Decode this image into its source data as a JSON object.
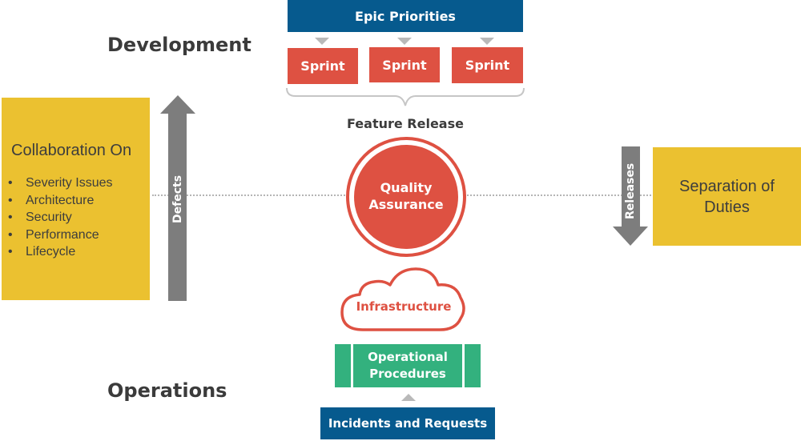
{
  "development": {
    "title": "Development",
    "epic_priorities": "Epic Priorities",
    "sprints": [
      "Sprint",
      "Sprint",
      "Sprint"
    ],
    "feature_release": "Feature Release"
  },
  "quality_assurance": {
    "line1": "Quality",
    "line2": "Assurance"
  },
  "infrastructure": "Infrastructure",
  "operations": {
    "title": "Operations",
    "operational_procedures_line1": "Operational",
    "operational_procedures_line2": "Procedures",
    "incidents_and_requests": "Incidents and Requests"
  },
  "collaboration": {
    "title": "Collaboration On",
    "items": [
      "Severity Issues",
      "Architecture",
      "Security",
      "Performance",
      "Lifecycle"
    ]
  },
  "defects_label": "Defects",
  "releases_label": "Releases",
  "separation_of_duties": {
    "line1": "Separation of",
    "line2": "Duties"
  },
  "colors": {
    "blue": "#065a8e",
    "red": "#de5142",
    "yellow": "#ebc130",
    "green": "#33b17e",
    "gray_arrow": "#7d7d7d"
  }
}
